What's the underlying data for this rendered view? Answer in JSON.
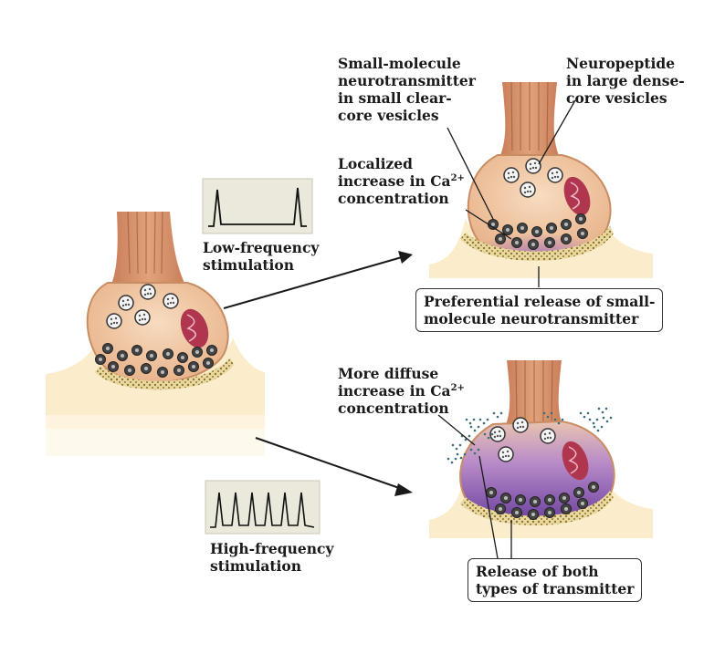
{
  "labels": {
    "small_molecule": "Small-molecule\nneurotransmitter\nin small clear-\ncore vesicles",
    "neuropeptide": "Neuropeptide\nin large dense-\ncore vesicles",
    "localized_line1": "Localized",
    "localized_line2": "increase in Ca",
    "localized_sup": "2+",
    "localized_line3": "concentration",
    "low_freq": "Low-frequency\nstimulation",
    "preferential": "Preferential release of small-\nmolecule neurotransmitter",
    "diffuse_line1": "More diffuse",
    "diffuse_line2": "increase in Ca",
    "diffuse_sup": "2+",
    "diffuse_line3": "concentration",
    "high_freq": "High-frequency\nstimulation",
    "release_both": "Release of both\ntypes of transmitter"
  },
  "colors": {
    "terminal_fill": "#f0c9a4",
    "terminal_edge": "#c98d63",
    "axon_fill": "#d48a62",
    "postsynaptic": "#fbeccb",
    "cleft_dots": "#b89a3a",
    "mitochondrion": "#b03650",
    "calcium_glow": "#9b6bc4",
    "arrow": "#1a1a1a"
  }
}
